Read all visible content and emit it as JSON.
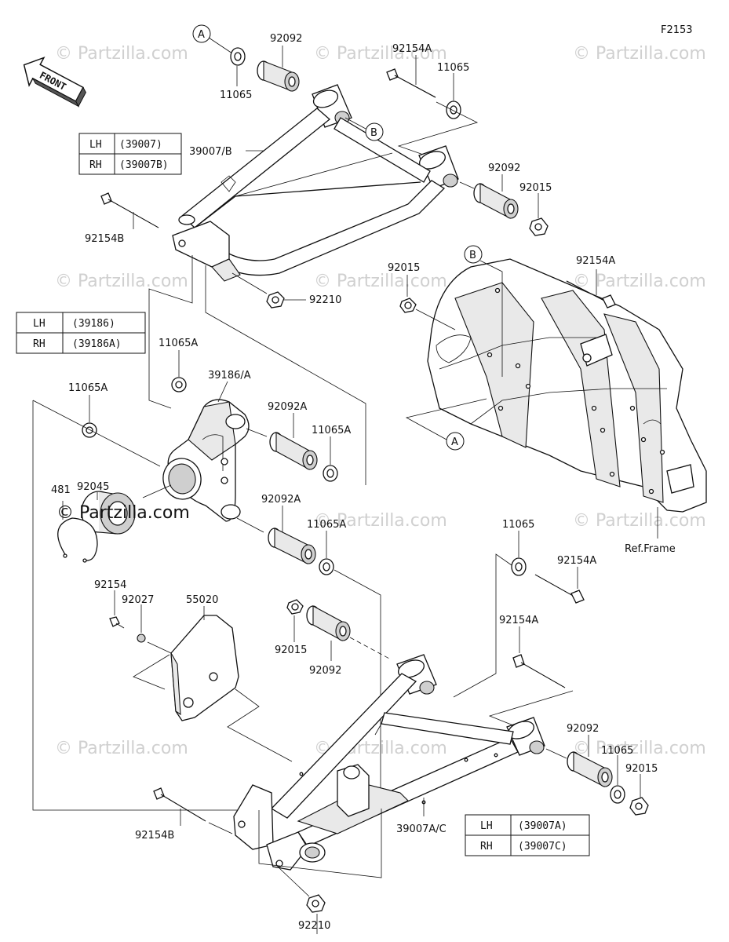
{
  "figure_code": "F2153",
  "front_label": "FRONT",
  "watermark": "© Partzilla.com",
  "ref_frame": "Ref.Frame",
  "callouts": {
    "a": "A",
    "b": "B"
  },
  "labels": {
    "p92092_top": "92092",
    "p11065_top": "11065",
    "p92154A_top": "92154A",
    "p11065_top_r": "11065",
    "p39007B": "39007/B",
    "p92092_r": "92092",
    "p92015_r": "92015",
    "p92154B_top": "92154B",
    "p92210_top": "92210",
    "p92015_mid": "92015",
    "p92154A_mid": "92154A",
    "p11065A_a": "11065A",
    "p39186": "39186/A",
    "p11065A_b": "11065A",
    "p92092A_a": "92092A",
    "p11065A_c": "11065A",
    "p92045": "92045",
    "p481": "481",
    "p92092A_b": "92092A",
    "p11065A_d": "11065A",
    "p11065_low": "11065",
    "p92154A_low": "92154A",
    "p92154": "92154",
    "p92027": "92027",
    "p55020": "55020",
    "p92015_low": "92015",
    "p92092_low": "92092",
    "p92154A_low2": "92154A",
    "p92092_low_r": "92092",
    "p11065_low_r": "11065",
    "p92015_low_r": "92015",
    "p92154B_low": "92154B",
    "p39007AC": "39007A/C",
    "p92210_low": "92210"
  },
  "tables": {
    "upper_arm": [
      {
        "side": "LH",
        "part": "(39007)"
      },
      {
        "side": "RH",
        "part": "(39007B)"
      }
    ],
    "knuckle": [
      {
        "side": "LH",
        "part": "(39186)"
      },
      {
        "side": "RH",
        "part": "(39186A)"
      }
    ],
    "lower_arm": [
      {
        "side": "LH",
        "part": "(39007A)"
      },
      {
        "side": "RH",
        "part": "(39007C)"
      }
    ]
  }
}
